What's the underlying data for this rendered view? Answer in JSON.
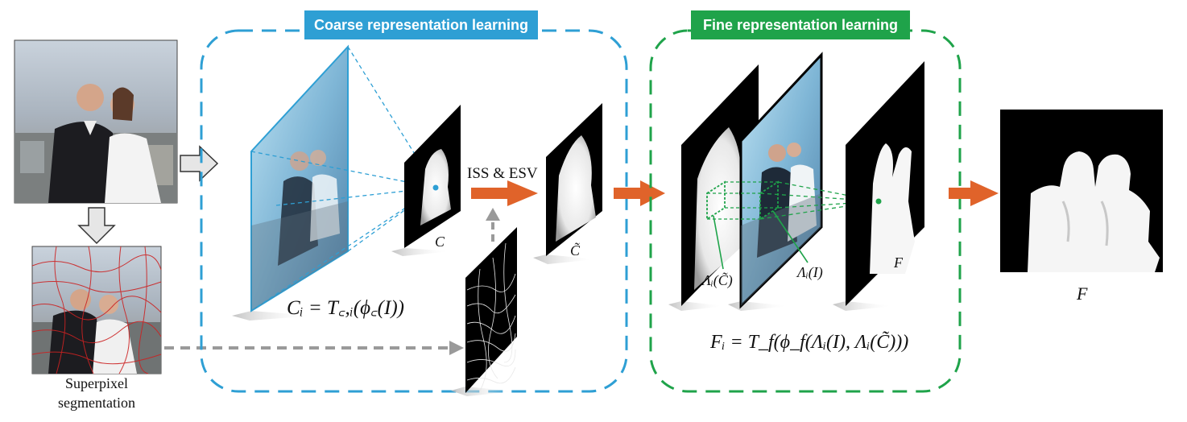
{
  "title_coarse": "Coarse representation learning",
  "title_fine": "Fine representation learning",
  "superpixel_line1": "Superpixel",
  "superpixel_line2": "segmentation",
  "iss_esv": "ISS & ESV",
  "label_C": "C",
  "label_C_tilde": "C̃",
  "eq_coarse": "Cᵢ = T꜀,ᵢ(ϕ꜀(I))",
  "label_lambda_ctilde": "Λᵢ(C̃)",
  "label_lambda_I": "Λᵢ(I)",
  "label_F_fine": "F",
  "eq_fine": "Fᵢ = T_f(ϕ_f(Λᵢ(I), Λᵢ(C̃)))",
  "label_F_output": "F",
  "colors": {
    "coarse_accent": "#2e9fd4",
    "fine_accent": "#1fa34a",
    "arrow_orange": "#e0632a",
    "arrow_gray": "#9a9a9a",
    "superpixel_red": "#cc2222"
  },
  "icons": [
    "photo-thumbnail",
    "superpixel-thumbnail",
    "feature-map",
    "mask-map"
  ]
}
